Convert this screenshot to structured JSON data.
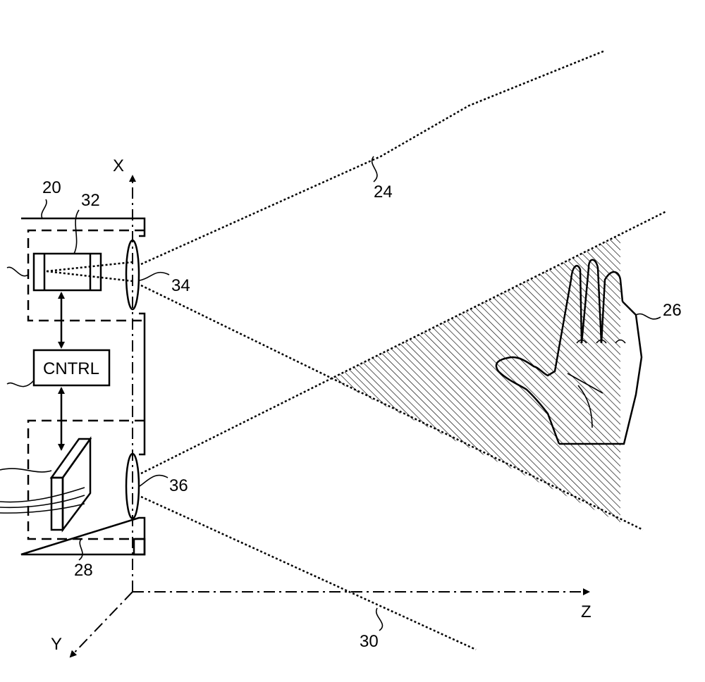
{
  "figure": {
    "axes": {
      "x": "X",
      "y": "Y",
      "z": "Z"
    },
    "controller_label": "CNTRL",
    "reference_numerals": {
      "device": "20",
      "sensor": "32",
      "field_of_view_upper": "24",
      "imaging_lens": "34",
      "hand": "26",
      "projection_lens": "36",
      "illumination_module": "28",
      "projection_field": "30"
    }
  }
}
